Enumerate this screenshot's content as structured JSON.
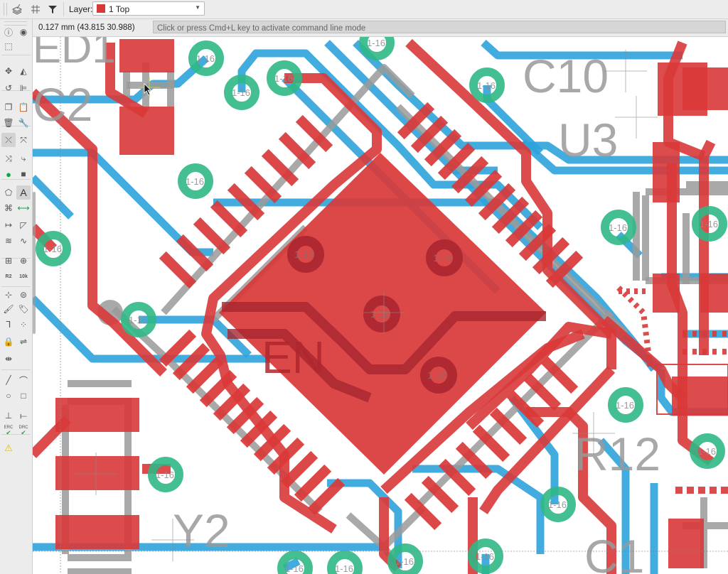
{
  "toolbar": {
    "icons": [
      "layers-icon",
      "grid-icon",
      "filter-icon"
    ],
    "layer_label": "Layer:",
    "layer_selected": "1 Top",
    "layer_color": "#d93838"
  },
  "status": {
    "coordinate_readout": "0.127 mm (43.815 30.988)",
    "command_placeholder": "Click or press Cmd+L key to activate command line mode"
  },
  "sidebar": {
    "tools": [
      {
        "name": "info",
        "glyph": "ⓘ"
      },
      {
        "name": "show",
        "glyph": "◉"
      },
      {
        "name": "select-area",
        "glyph": "⬚"
      },
      {
        "name": "move",
        "glyph": "✥"
      },
      {
        "name": "mirror",
        "glyph": "◭"
      },
      {
        "name": "rotate",
        "glyph": "↺"
      },
      {
        "name": "align",
        "glyph": "⊫"
      },
      {
        "name": "copy",
        "glyph": "❐"
      },
      {
        "name": "paste",
        "glyph": "📋"
      },
      {
        "name": "delete",
        "glyph": "🗑"
      },
      {
        "name": "wrench",
        "glyph": "🔧"
      },
      {
        "name": "route-airwire",
        "glyph": "⤫"
      },
      {
        "name": "ripup",
        "glyph": "⤧"
      },
      {
        "name": "route-diff",
        "glyph": "⤨"
      },
      {
        "name": "meander",
        "glyph": "⤷"
      },
      {
        "name": "via",
        "glyph": "●"
      },
      {
        "name": "hole",
        "glyph": "■"
      },
      {
        "name": "polygon",
        "glyph": "⬠"
      },
      {
        "name": "text",
        "glyph": "A"
      },
      {
        "name": "ratsnest",
        "glyph": "⌘"
      },
      {
        "name": "wire",
        "glyph": "⟷"
      },
      {
        "name": "attribute",
        "glyph": "↦"
      },
      {
        "name": "miter",
        "glyph": "◸"
      },
      {
        "name": "split",
        "glyph": "≋"
      },
      {
        "name": "optimize",
        "glyph": "∿"
      },
      {
        "name": "add-part",
        "glyph": "⊞"
      },
      {
        "name": "replace-part",
        "glyph": "⊕"
      },
      {
        "name": "name",
        "glyph": "R2"
      },
      {
        "name": "value",
        "glyph": "10k"
      },
      {
        "name": "smash",
        "glyph": "⊹"
      },
      {
        "name": "change",
        "glyph": "⊜"
      },
      {
        "name": "paint-roller",
        "glyph": "🖌"
      },
      {
        "name": "tag",
        "glyph": "🏷"
      },
      {
        "name": "paint",
        "glyph": "⅂"
      },
      {
        "name": "group",
        "glyph": "⁘"
      },
      {
        "name": "lock",
        "glyph": "🔒"
      },
      {
        "name": "pinswap",
        "glyph": "⇌"
      },
      {
        "name": "split-wire",
        "glyph": "⇼"
      },
      {
        "name": "line",
        "glyph": "╱"
      },
      {
        "name": "arc",
        "glyph": "⌒"
      },
      {
        "name": "circle",
        "glyph": "○"
      },
      {
        "name": "rectangle",
        "glyph": "□"
      },
      {
        "name": "mark",
        "glyph": "⊥"
      },
      {
        "name": "dimension",
        "glyph": "⟝"
      },
      {
        "name": "erc",
        "glyph": "ERC"
      },
      {
        "name": "drc",
        "glyph": "DRC"
      },
      {
        "name": "errors",
        "glyph": "⚠"
      }
    ]
  },
  "board": {
    "colors": {
      "top": "#d93838",
      "bottom": "#2ea3dc",
      "via": "#2fb886",
      "silk": "#9a9a9a",
      "dimension": "#9a9a9a"
    },
    "part_names": [
      "ED1",
      "C2",
      "C10",
      "U3",
      "EN",
      "R12",
      "Y2",
      "C1"
    ],
    "via_label": "1-16"
  }
}
